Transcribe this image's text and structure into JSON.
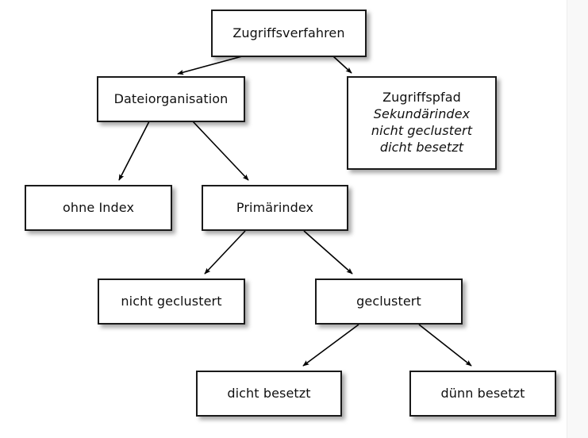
{
  "diagram": {
    "title": "Zugriffsverfahren",
    "language": "de",
    "background_color": "#ffffff",
    "node_border_color": "#1a1a1a",
    "node_fill_color": "#ffffff",
    "text_color": "#101010",
    "edge_color": "#000000",
    "right_strip_color": "#f8f8f8"
  },
  "nodes": {
    "root": {
      "label": "Zugriffsverfahren"
    },
    "dateiorganisation": {
      "label": "Dateiorganisation"
    },
    "zugriffspfad": {
      "line1": "Zugriffspfad",
      "line2": "Sekundärindex",
      "line3": "nicht geclustert",
      "line4": "dicht besetzt"
    },
    "ohne_index": {
      "label": "ohne Index"
    },
    "primaerindex": {
      "label": "Primärindex"
    },
    "nicht_geclustert": {
      "label": "nicht geclustert"
    },
    "geclustert": {
      "label": "geclustert"
    },
    "dicht_besetzt": {
      "label": "dicht besetzt"
    },
    "duenn_besetzt": {
      "label": "dünn besetzt"
    }
  },
  "edges": [
    {
      "from": "root",
      "to": "dateiorganisation"
    },
    {
      "from": "root",
      "to": "zugriffspfad"
    },
    {
      "from": "dateiorganisation",
      "to": "ohne_index"
    },
    {
      "from": "dateiorganisation",
      "to": "primaerindex"
    },
    {
      "from": "primaerindex",
      "to": "nicht_geclustert"
    },
    {
      "from": "primaerindex",
      "to": "geclustert"
    },
    {
      "from": "geclustert",
      "to": "dicht_besetzt"
    },
    {
      "from": "geclustert",
      "to": "duenn_besetzt"
    }
  ]
}
